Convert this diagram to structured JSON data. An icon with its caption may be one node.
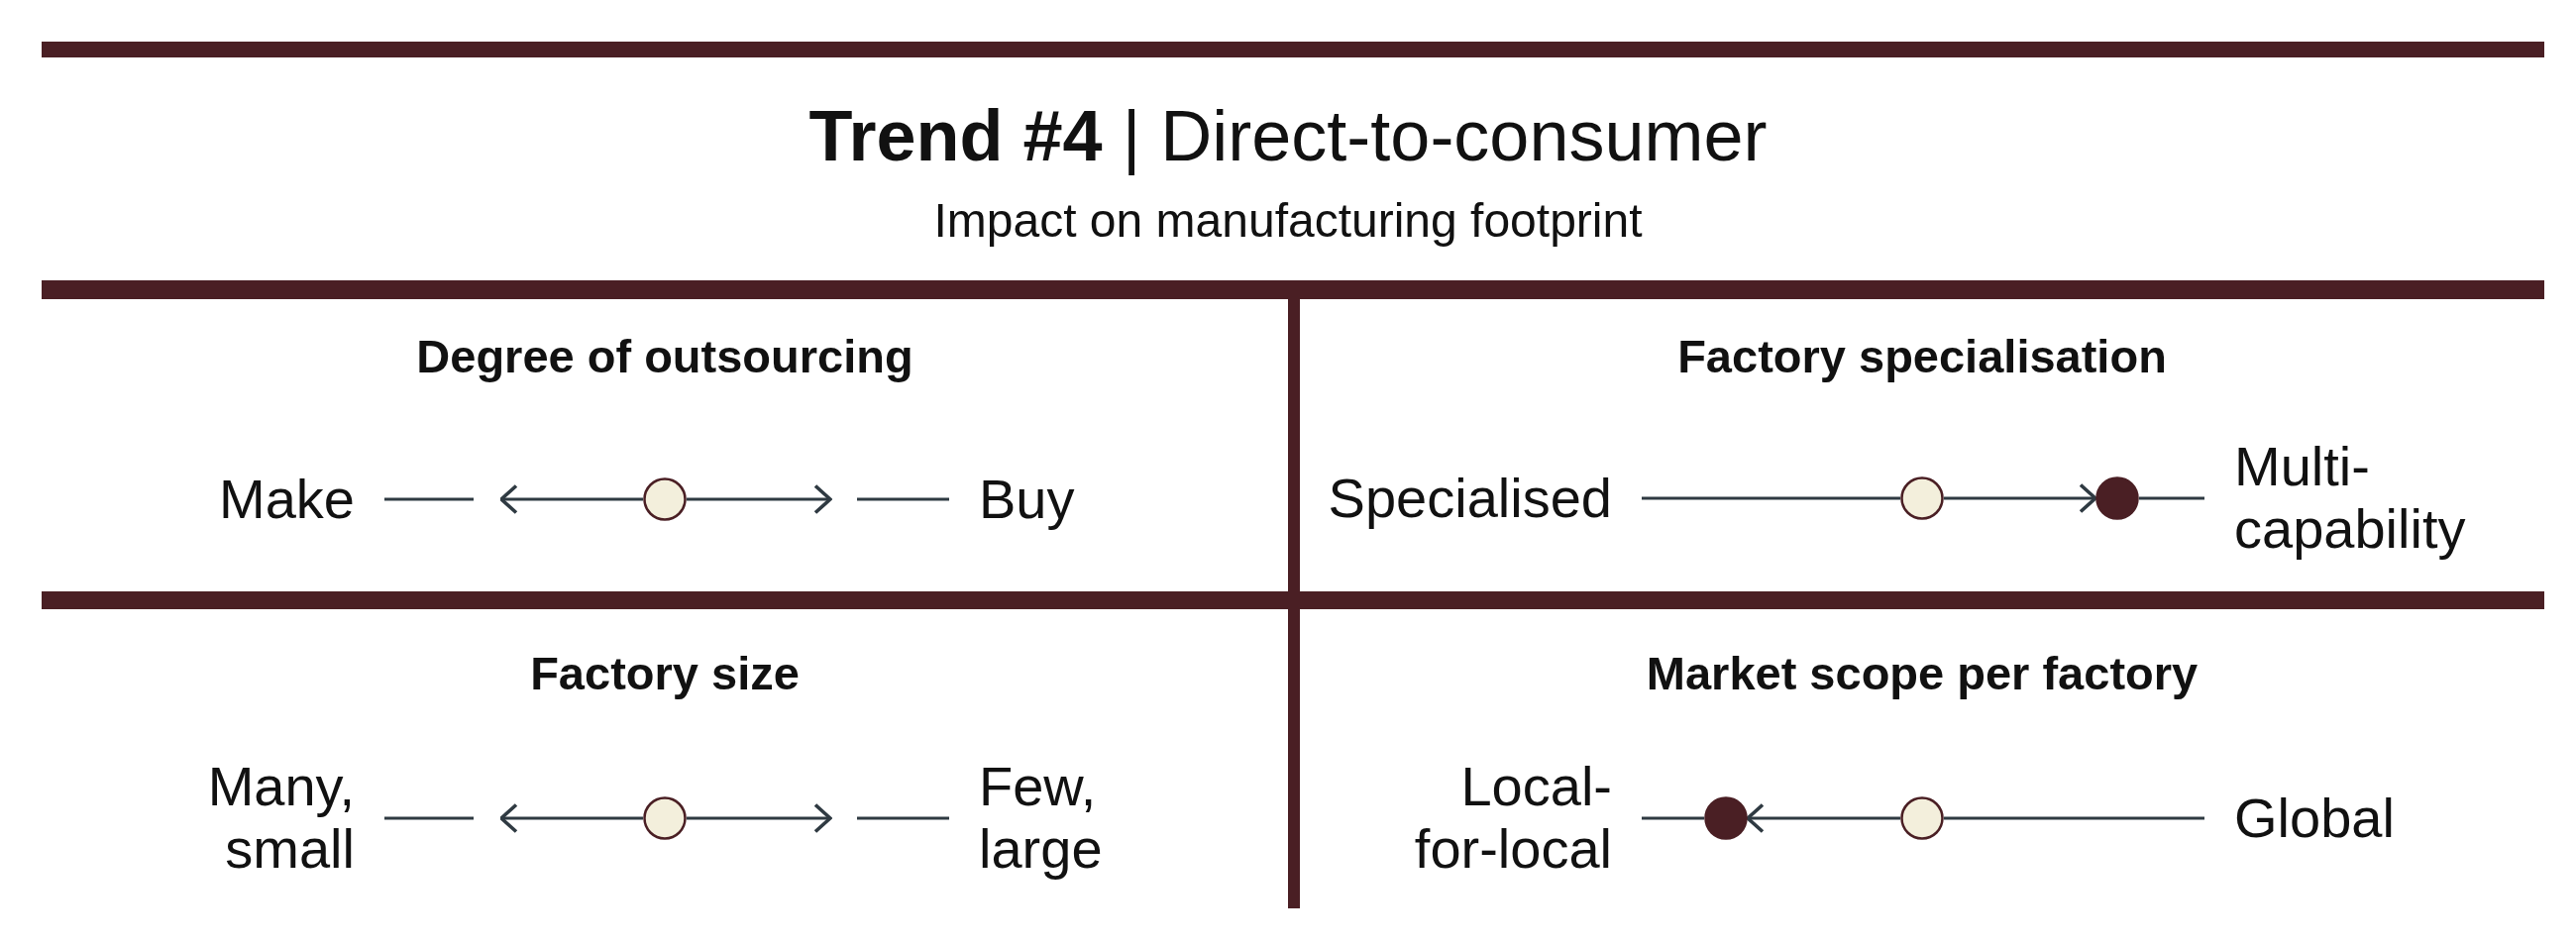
{
  "diagram": {
    "title": "**Trend #4** | Direct-to-consumer",
    "nodes": [
      {
        "text": [
          "Make"
        ]
      },
      {
        "text": [],
        "shape": "circle"
      },
      {
        "text": [
          "Buy"
        ]
      },
      {
        "text": [
          "Specialised"
        ]
      },
      {
        "text": [],
        "shape": "circle"
      },
      {
        "text": [],
        "shape": "dot"
      },
      {
        "text": [
          "Multi-capability"
        ]
      },
      {
        "text": [
          "Many, small"
        ]
      },
      {
        "text": [],
        "shape": "circle"
      },
      {
        "text": [
          "Few, large"
        ]
      },
      {
        "text": [
          "Local-for-local"
        ]
      },
      {
        "text": [],
        "shape": "dot"
      },
      {
        "text": [],
        "shape": "circle"
      },
      {
        "text": [
          "Global"
        ]
      }
    ],
    "edges": [
      {
        "from": 0,
        "to": null,
        "arrow": "none"
      },
      {
        "from": 1,
        "to": null,
        "arrow": "to"
      },
      {
        "from": 1,
        "to": null,
        "arrow": "to"
      },
      {
        "from": 2,
        "to": null,
        "arrow": "none"
      },
      {
        "from": 3,
        "to": 4,
        "arrow": "none"
      },
      {
        "from": 4,
        "to": 5,
        "arrow": "to"
      },
      {
        "from": 5,
        "to": 6,
        "arrow": "none"
      },
      {
        "from": 7,
        "to": null,
        "arrow": "none"
      },
      {
        "from": 8,
        "to": null,
        "arrow": "to"
      },
      {
        "from": 8,
        "to": null,
        "arrow": "to"
      },
      {
        "from": 9,
        "to": null,
        "arrow": "none"
      },
      {
        "from": 10,
        "to": 11,
        "arrow": "none"
      },
      {
        "from": 12,
        "to": 11,
        "arrow": "to"
      },
      {
        "from": 12,
        "to": 13,
        "arrow": "none"
      }
    ],
    "labels": [
      "Impact on manufacturing footprint",
      "Degree of outsourcing",
      "Factory specialisation",
      "Factory size",
      "Market scope per factory"
    ]
  }
}
